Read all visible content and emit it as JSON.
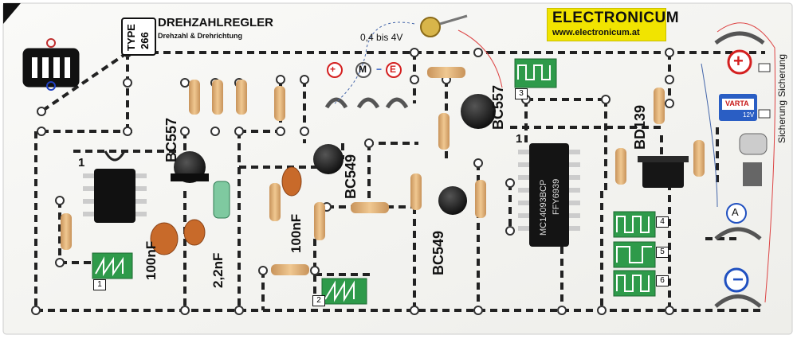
{
  "board": {
    "type_label": "TYPE",
    "type_number": "266",
    "title": "DREHZAHLREGLER",
    "subtitle": "Drehzahl & Drehrichtung"
  },
  "brand": {
    "name": "ELECTRONICUM",
    "url": "www.electronicum.at"
  },
  "voltage_label": "0,4 bis 4V",
  "controls": {
    "plus_symbol": "+",
    "m_symbol": "M",
    "minus_symbol": "−",
    "e_symbol": "E"
  },
  "power": {
    "plus": "+",
    "minus": "−",
    "a_label": "A",
    "fuse_label_top": "Sicherung",
    "fuse_label_bottom": "Sicherung",
    "battery_brand": "VARTA",
    "battery_voltage": "12V"
  },
  "components": {
    "bc557_left": "BC557",
    "bc557_right": "BC557",
    "bc549_mid": "BC549",
    "bc549_low": "BC549",
    "bd139": "BD139",
    "cap_100nf_left": "100nF",
    "cap_22nf": "2,2nF",
    "cap_100nf_mid": "100nF",
    "ic_part": "MC14093BCP",
    "ic_code": "FFY6939",
    "pin1_left": "1",
    "pin1_right": "1"
  },
  "scope_indices": [
    "1",
    "2",
    "3",
    "4",
    "5",
    "6"
  ],
  "colors": {
    "board": "#f7f7f5",
    "wire": "#222222",
    "scope_green": "#2e9a4a",
    "brand_yellow": "#f1e400",
    "resistor_body": "#e3b27a",
    "capacitor": "#c86a2a",
    "plus_red": "#d42020",
    "minus_blue": "#2050c0"
  }
}
